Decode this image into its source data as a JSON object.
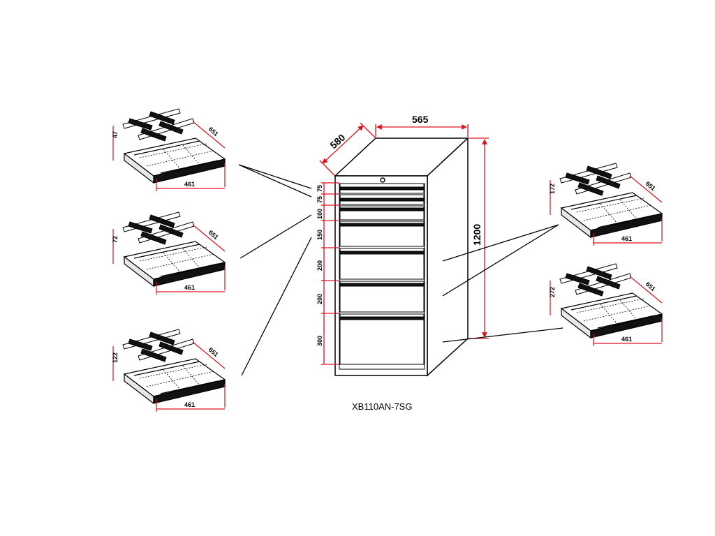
{
  "model": "XB110AN-7SG",
  "colors": {
    "line": "#000000",
    "dimension": "#e0101a",
    "panel": "#ffffff"
  },
  "cabinet": {
    "width": "565",
    "depth": "580",
    "height": "1200",
    "drawer_heights": [
      "75",
      "75",
      "100",
      "150",
      "200",
      "200",
      "300"
    ]
  },
  "drawer_details": [
    {
      "id": "left-1",
      "height": "47",
      "depth": "651",
      "width": "461"
    },
    {
      "id": "left-2",
      "height": "72",
      "depth": "651",
      "width": "461"
    },
    {
      "id": "left-3",
      "height": "122",
      "depth": "651",
      "width": "461"
    },
    {
      "id": "right-1",
      "height": "172",
      "depth": "651",
      "width": "461"
    },
    {
      "id": "right-2",
      "height": "272",
      "depth": "651",
      "width": "461"
    }
  ]
}
